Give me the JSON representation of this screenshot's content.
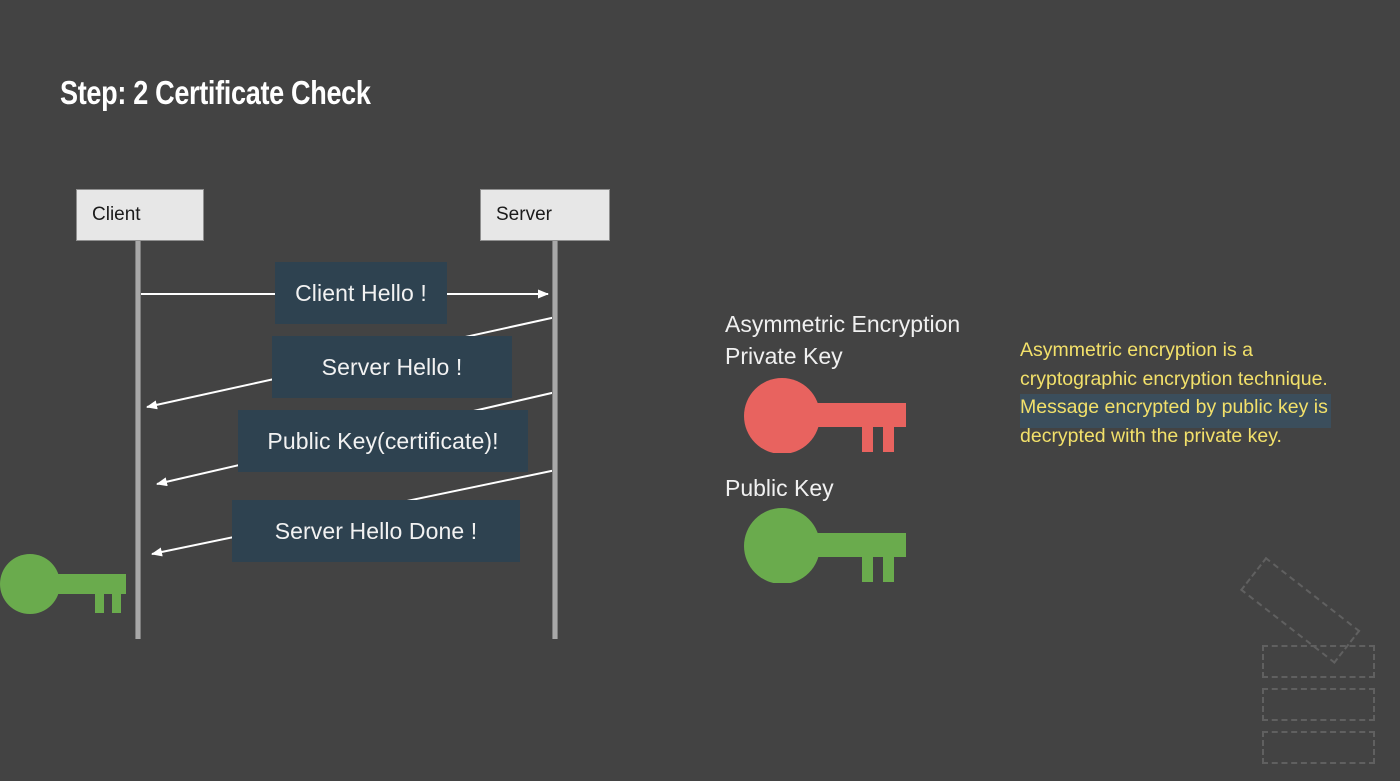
{
  "slide": {
    "title": "Step: 2 Certificate Check",
    "background_color": "#434343"
  },
  "sequence_diagram": {
    "actors": [
      {
        "id": "client",
        "label": "Client"
      },
      {
        "id": "server",
        "label": "Server"
      }
    ],
    "messages": [
      {
        "label": "Client Hello !",
        "from": "client",
        "to": "server",
        "direction": "right"
      },
      {
        "label": "Server Hello !",
        "from": "server",
        "to": "client",
        "direction": "left"
      },
      {
        "label": "Public Key(certificate)!",
        "from": "server",
        "to": "client",
        "direction": "left"
      },
      {
        "label": "Server Hello Done !",
        "from": "server",
        "to": "client",
        "direction": "left"
      }
    ],
    "message_box_color": "#2e4250",
    "actor_box_color": "#e7e7e7",
    "lifeline_color": "#a8a8a8",
    "arrow_color": "#ffffff"
  },
  "legend": {
    "private_heading": "Asymmetric Encryption\nPrivate Key",
    "public_heading": "Public Key",
    "private_key_color": "#e8635f",
    "public_key_color": "#6aab4d"
  },
  "description": {
    "text": "Asymmetric encryption is a\ncryptographic encryption technique.\nMessage encrypted by public key is\ndecrypted with the private key.",
    "text_color": "#f2e06a",
    "highlight_color": "#3b4e5c"
  },
  "icons": {
    "client_key": "key-icon",
    "private_key": "key-icon",
    "public_key": "key-icon"
  },
  "decorations": {
    "dashed_stroke_color": "#606060",
    "shape_count": 4
  }
}
